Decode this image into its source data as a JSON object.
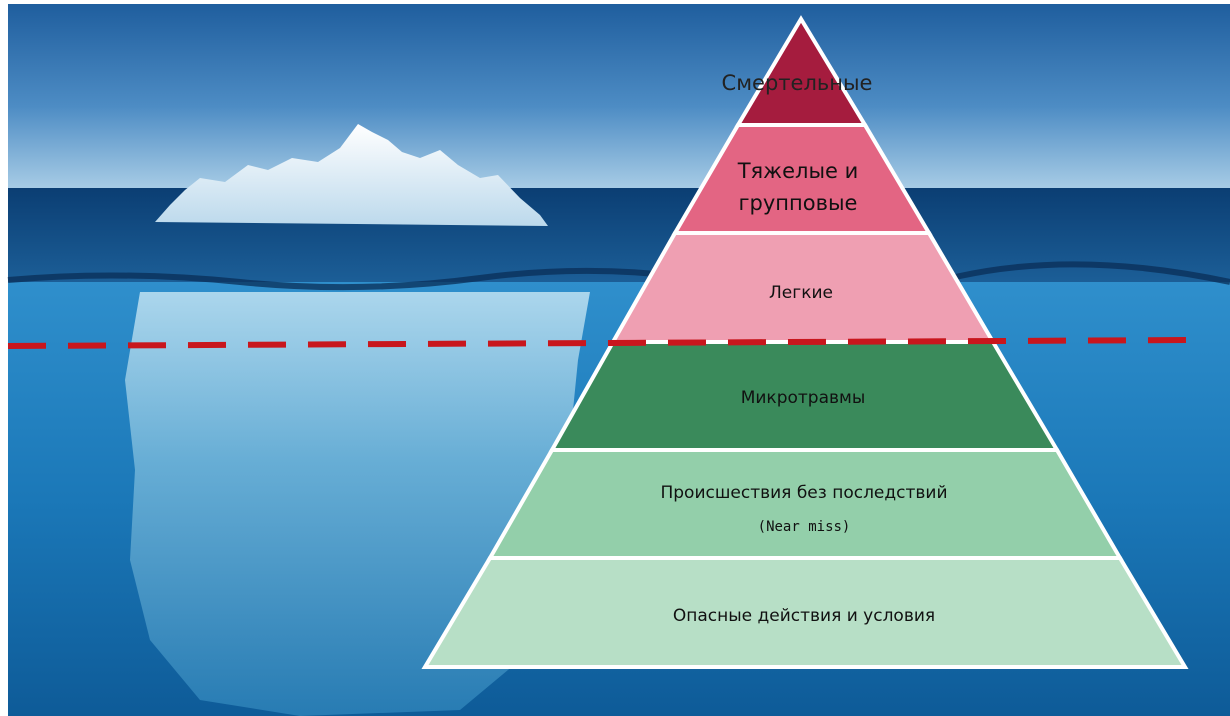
{
  "diagram": {
    "type": "iceberg-safety-pyramid",
    "colors": {
      "deadly": "#a51c3e",
      "severe": "#e36583",
      "light": "#ef9fb2",
      "microtrauma": "#3a8a5b",
      "near_miss": "#93cfaa",
      "unsafe": "#b7dfc6",
      "divider": "#c8161d",
      "outline": "#ffffff"
    },
    "levels": [
      {
        "id": "deadly",
        "lines": [
          "Смертельные"
        ]
      },
      {
        "id": "severe",
        "lines": [
          "Тяжелые и",
          "групповые"
        ]
      },
      {
        "id": "light",
        "lines": [
          "Легкие"
        ]
      },
      {
        "id": "microtrauma",
        "lines": [
          "Микротравмы"
        ]
      },
      {
        "id": "near_miss",
        "lines": [
          "Происшествия без последствий",
          "(Near miss)"
        ]
      },
      {
        "id": "unsafe",
        "lines": [
          "Опасные действия и условия"
        ]
      }
    ],
    "background": {
      "scene": "iceberg above and below the waterline",
      "divider_style": "dashed"
    }
  }
}
